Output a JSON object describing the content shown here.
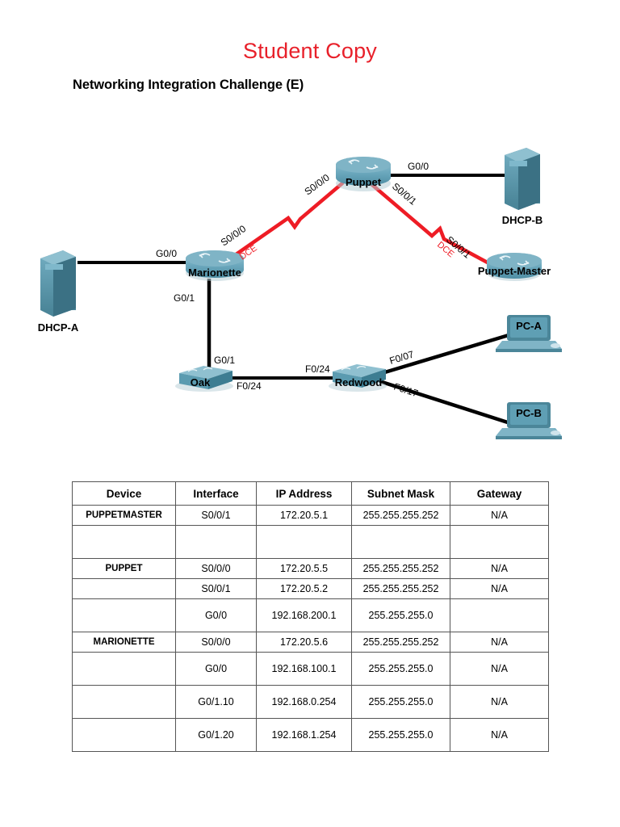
{
  "document": {
    "title": "Student Copy",
    "subtitle": "Networking Integration Challenge (E)",
    "title_color": "#e8202a"
  },
  "diagram": {
    "nodes": [
      {
        "id": "puppet",
        "label": "Puppet",
        "type": "router"
      },
      {
        "id": "puppet-master",
        "label": "Puppet-Master",
        "type": "router"
      },
      {
        "id": "marionette",
        "label": "Marionette",
        "type": "router"
      },
      {
        "id": "dhcp-a",
        "label": "DHCP-A",
        "type": "server"
      },
      {
        "id": "dhcp-b",
        "label": "DHCP-B",
        "type": "server"
      },
      {
        "id": "oak",
        "label": "Oak",
        "type": "switch"
      },
      {
        "id": "redwood",
        "label": "Redwood",
        "type": "switch"
      },
      {
        "id": "pc-a",
        "label": "PC-A",
        "type": "pc"
      },
      {
        "id": "pc-b",
        "label": "PC-B",
        "type": "pc"
      }
    ],
    "links": [
      {
        "from": "marionette",
        "to": "puppet",
        "media": "serial",
        "from_label": "S0/0/0",
        "from_dce": "DCE",
        "to_label": "S0/0/0"
      },
      {
        "from": "puppet",
        "to": "puppet-master",
        "media": "serial",
        "from_label": "S0/0/1",
        "to_label": "S0/0/1",
        "to_dce": "DCE"
      },
      {
        "from": "puppet",
        "to": "dhcp-b",
        "media": "ethernet",
        "from_label": "G0/0"
      },
      {
        "from": "dhcp-a",
        "to": "marionette",
        "media": "ethernet",
        "to_label": "G0/0"
      },
      {
        "from": "marionette",
        "to": "oak",
        "media": "ethernet",
        "from_label": "G0/1",
        "to_label": "G0/1"
      },
      {
        "from": "oak",
        "to": "redwood",
        "media": "ethernet",
        "from_label": "F0/24",
        "to_label": "F0/24"
      },
      {
        "from": "redwood",
        "to": "pc-a",
        "media": "ethernet",
        "from_label": "F0/07"
      },
      {
        "from": "redwood",
        "to": "pc-b",
        "media": "ethernet",
        "from_label": "F0/17"
      }
    ],
    "colors": {
      "serial_link": "#ee1c25",
      "ethernet_link": "#000000",
      "device_body": "#5b9bb0",
      "device_shade": "#3d7d92"
    }
  },
  "table": {
    "headers": [
      "Device",
      "Interface",
      "IP Address",
      "Subnet Mask",
      "Gateway"
    ],
    "rows": [
      {
        "device": "PUPPETMASTER",
        "interface": "S0/0/1",
        "ip": "172.20.5.1",
        "mask": "255.255.255.252",
        "gateway": "N/A"
      },
      {
        "device": "",
        "interface": "",
        "ip": "",
        "mask": "",
        "gateway": ""
      },
      {
        "device": "PUPPET",
        "interface": "S0/0/0",
        "ip": "172.20.5.5",
        "mask": "255.255.255.252",
        "gateway": "N/A"
      },
      {
        "device": "",
        "interface": "S0/0/1",
        "ip": "172.20.5.2",
        "mask": "255.255.255.252",
        "gateway": "N/A"
      },
      {
        "device": "",
        "interface": "G0/0",
        "ip": "192.168.200.1",
        "mask": "255.255.255.0",
        "gateway": ""
      },
      {
        "device": "MARIONETTE",
        "interface": "S0/0/0",
        "ip": "172.20.5.6",
        "mask": "255.255.255.252",
        "gateway": "N/A"
      },
      {
        "device": "",
        "interface": "G0/0",
        "ip": "192.168.100.1",
        "mask": "255.255.255.0",
        "gateway": "N/A"
      },
      {
        "device": "",
        "interface": "G0/1.10",
        "ip": "192.168.0.254",
        "mask": "255.255.255.0",
        "gateway": "N/A"
      },
      {
        "device": "",
        "interface": "G0/1.20",
        "ip": "192.168.1.254",
        "mask": "255.255.255.0",
        "gateway": "N/A"
      }
    ]
  }
}
